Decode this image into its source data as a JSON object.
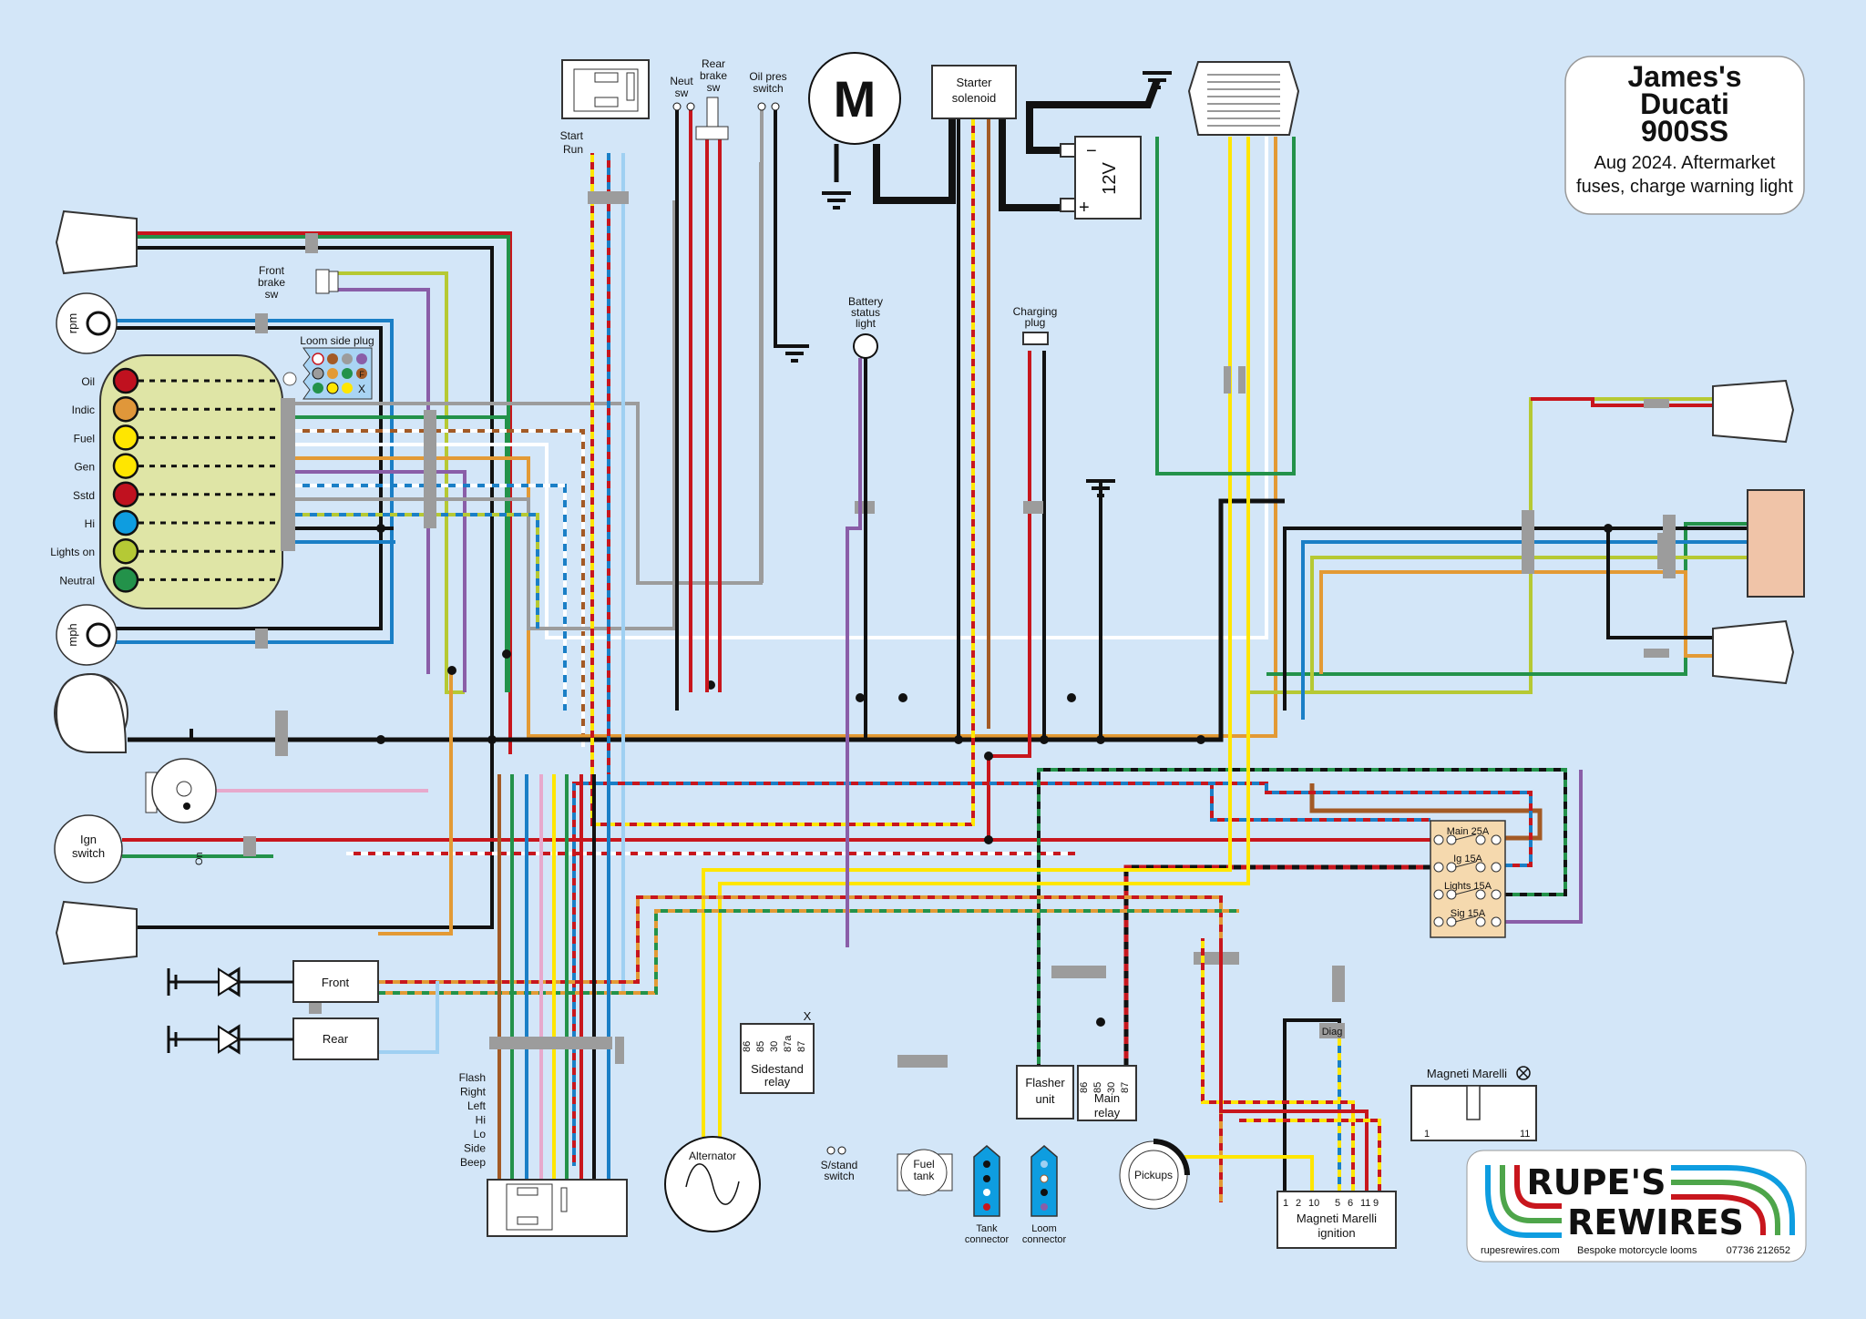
{
  "title": {
    "lines": [
      "James's",
      "Ducati",
      "900SS"
    ],
    "subtitle_lines": [
      "Aug 2024. Aftermarket",
      "fuses, charge warning light"
    ]
  },
  "warning_panel": {
    "lamps": [
      {
        "label": "Oil",
        "color": "#c0111f"
      },
      {
        "label": "Indic",
        "color": "#e0973a"
      },
      {
        "label": "Fuel",
        "color": "#ffe600"
      },
      {
        "label": "Gen",
        "color": "#ffe600"
      },
      {
        "label": "Sstd",
        "color": "#c0111f"
      },
      {
        "label": "Hi",
        "color": "#0e9de0"
      },
      {
        "label": "Lights on",
        "color": "#b5c935"
      },
      {
        "label": "Neutral",
        "color": "#23924a"
      }
    ],
    "loom_plug_label": "Loom side plug",
    "loom_plug_marks": [
      "F",
      "X"
    ]
  },
  "gauges": {
    "rpm": "rpm",
    "mph": "mph"
  },
  "ignition": {
    "label_lines": [
      "Ign",
      "switch"
    ],
    "on_label": "On"
  },
  "front_brake": [
    "Front",
    "brake",
    "sw"
  ],
  "coils": {
    "front": "Front",
    "rear": "Rear"
  },
  "right_switch": {
    "start": "Start",
    "run": "Run"
  },
  "left_switch": {
    "functions": [
      "Flash",
      "Right",
      "Left",
      "Hi",
      "Lo",
      "Side",
      "Beep"
    ]
  },
  "top_switches": {
    "neutral": [
      "Neut",
      "sw"
    ],
    "rear_brake": [
      "Rear",
      "brake",
      "sw"
    ],
    "oil_pressure": [
      "Oil pres",
      "switch"
    ]
  },
  "motor": {
    "label": "M"
  },
  "starter_solenoid": [
    "Starter",
    "solenoid"
  ],
  "battery": {
    "label": "12V",
    "neg": "−",
    "pos": "+"
  },
  "battery_status_light": [
    "Battery",
    "status",
    "light"
  ],
  "charging_plug": [
    "Charging",
    "plug"
  ],
  "fuse_box": {
    "fill": "#f5d9ae",
    "fuses": [
      "Main 25A",
      "Ig 15A",
      "Lights 15A",
      "Sig 15A"
    ]
  },
  "sidestand_relay": {
    "pins": [
      "86",
      "85",
      "30",
      "87a",
      "87"
    ],
    "unused_mark": "X",
    "label": [
      "Sidestand",
      "relay"
    ]
  },
  "sidestand_switch": [
    "S/stand",
    "switch"
  ],
  "alternator": "Alternator",
  "fuel_tank": [
    "Fuel",
    "tank"
  ],
  "tank_connector": [
    "Tank",
    "connector"
  ],
  "loom_connector": [
    "Loom",
    "connector"
  ],
  "flasher_unit": [
    "Flasher",
    "unit"
  ],
  "main_relay": {
    "pins": [
      "86",
      "85",
      "30",
      "87"
    ],
    "label": [
      "Main",
      "relay"
    ]
  },
  "pickups": "Pickups",
  "ignition_unit": {
    "pins": [
      "1",
      "2",
      "10",
      "5",
      "6",
      "11",
      "9"
    ],
    "label": [
      "Magneti Marelli",
      "ignition"
    ],
    "diag": "Diag"
  },
  "mm_connector": {
    "title": "Magneti Marelli",
    "pin_first": "1",
    "pin_last": "11"
  },
  "logo": {
    "line1": "RUPE'S",
    "line2": "REWIRES",
    "website": "rupesrewires.com",
    "tagline": "Bespoke motorcycle looms",
    "phone": "07736 212652"
  },
  "colors": {
    "background": "#d3e6f8",
    "red": "#c8161d",
    "black": "#111111",
    "green": "#23924a",
    "blue": "#1a7fc6",
    "light_blue": "#9fd0f2",
    "yellow": "#ffe600",
    "orange": "#e39a35",
    "brown": "#a35a25",
    "purple": "#8a5ea8",
    "grey": "#9c9c9c",
    "white": "#ffffff",
    "lime": "#b6c933",
    "pink": "#e7a9cc"
  }
}
